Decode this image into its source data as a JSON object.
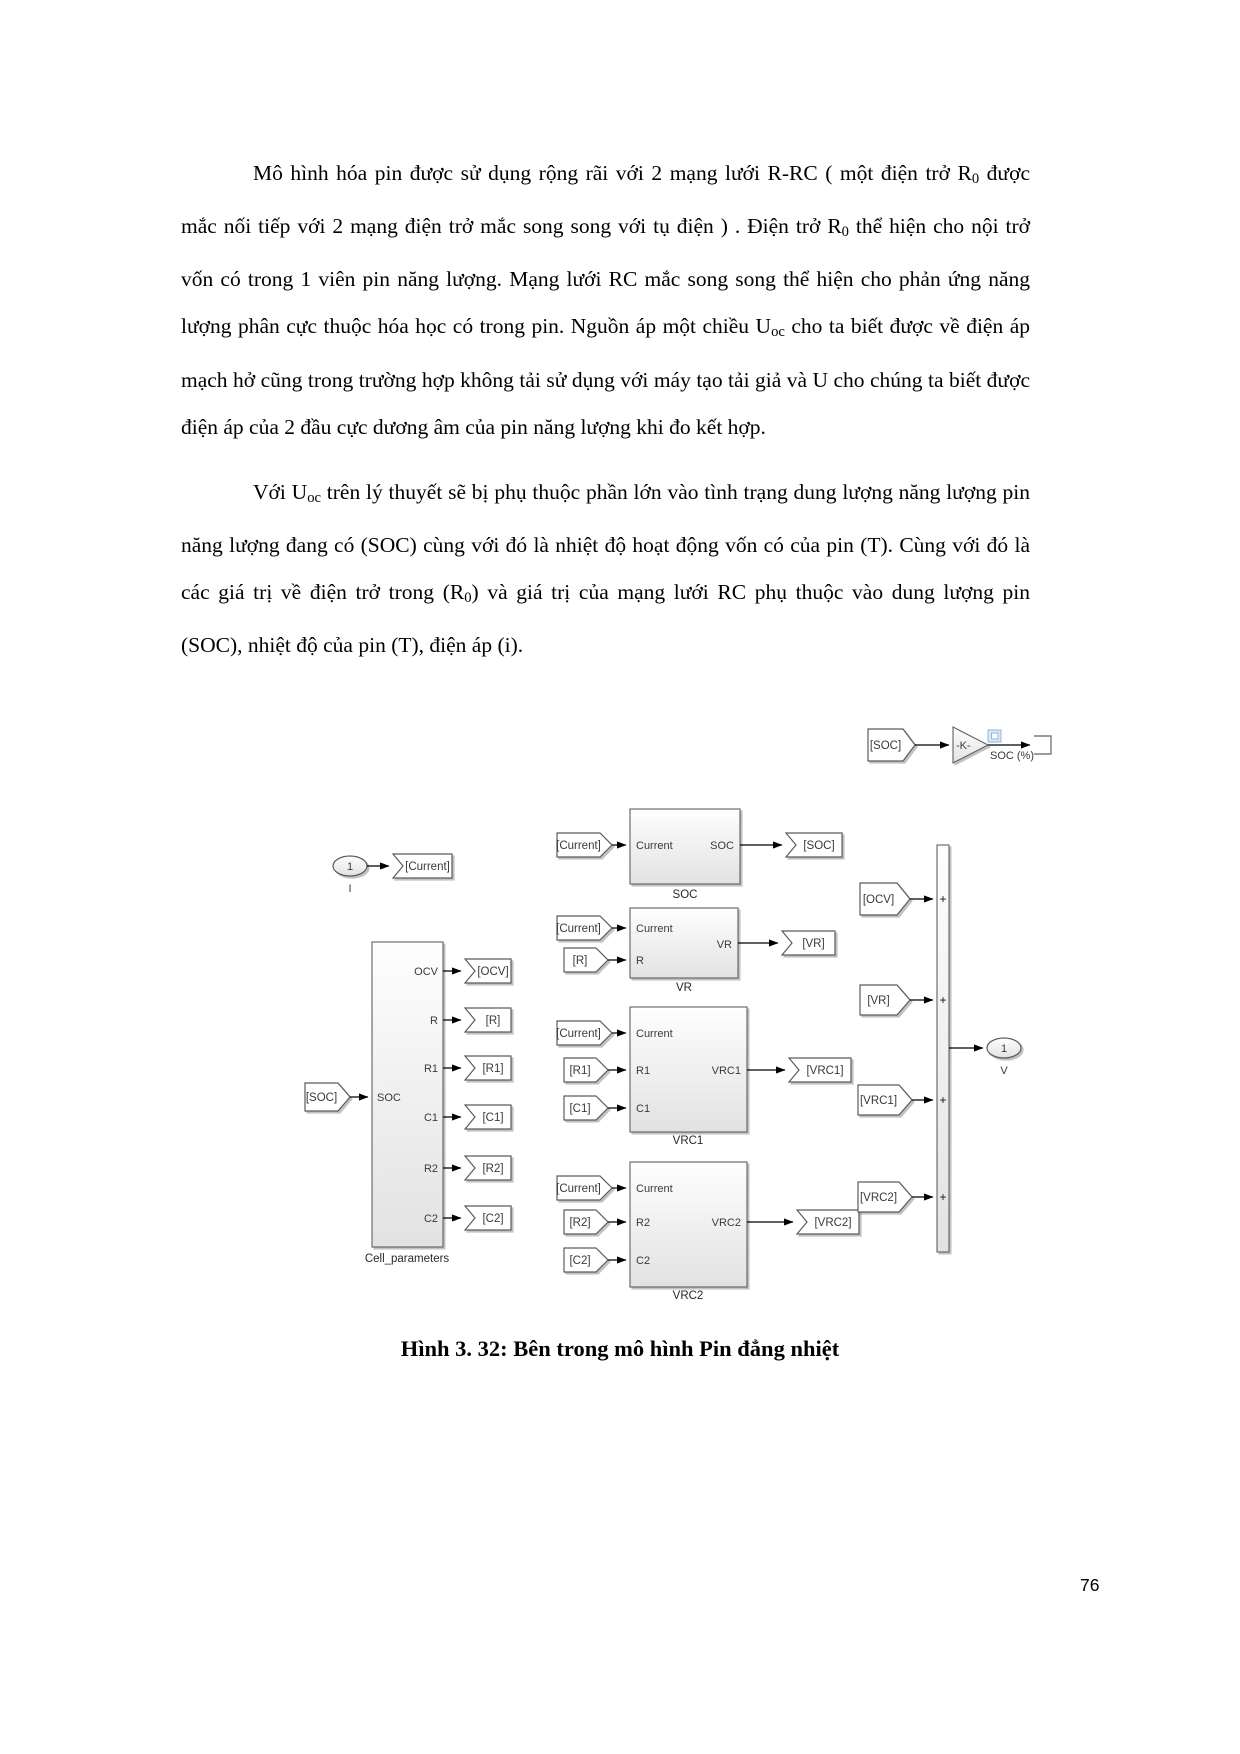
{
  "page": {
    "number": "76",
    "caption": "Hình 3. 32: Bên trong mô hình Pin đẳng nhiệt"
  },
  "paragraphs": [
    {
      "segments": [
        {
          "t": "Mô hình hóa pin được sử dụng rộng rãi với 2 mạng lưới R-RC ( một điện trở R"
        },
        {
          "t": "0",
          "sub": true
        },
        {
          "t": " được mắc nối tiếp với 2 mạng điện trở mắc song song với tụ điện ) . Điện trở R"
        },
        {
          "t": "0",
          "sub": true
        },
        {
          "t": " thể hiện cho nội trở vốn có trong 1 viên pin năng lượng. Mạng lưới RC mắc song song thể hiện cho phản ứng năng lượng phân cực thuộc hóa học có trong pin. Nguồn áp một chiều U"
        },
        {
          "t": "oc",
          "sub": true
        },
        {
          "t": " cho ta biết được về điện áp mạch hở cũng trong trường hợp không tải sử dụng với máy tạo tải giả và U cho chúng ta biết được điện áp của 2 đầu cực dương âm của pin năng lượng khi đo kết hợp."
        }
      ]
    },
    {
      "segments": [
        {
          "t": "Với U"
        },
        {
          "t": "oc",
          "sub": true
        },
        {
          "t": " trên lý thuyết sẽ bị phụ thuộc phần lớn vào tình trạng dung lượng năng lượng pin năng lượng đang có (SOC) cùng với đó là nhiệt độ hoạt động vốn có của pin (T). Cùng với đó là các giá trị về điện trở trong (R"
        },
        {
          "t": "0",
          "sub": true
        },
        {
          "t": ") và giá trị của mạng lưới RC phụ thuộc vào dung lượng pin (SOC), nhiệt độ của pin (T), điện áp (i)."
        }
      ]
    }
  ],
  "diagram": {
    "inport": {
      "value": "1",
      "label": "I"
    },
    "outport": {
      "value": "1",
      "label": "V"
    },
    "gain": {
      "label": "-K-",
      "signal_label": "SOC (%)"
    },
    "sum": {
      "plus": "+"
    },
    "tags": {
      "soc": "[SOC]",
      "current": "[Current]",
      "r": "[R]",
      "r1": "[R1]",
      "c1": "[C1]",
      "r2": "[R2]",
      "c2": "[C2]",
      "ocv": "[OCV]",
      "vr": "[VR]",
      "vrc1": "[VRC1]",
      "vrc2": "[VRC2]"
    },
    "blocks": {
      "soc": {
        "name": "SOC",
        "in": [
          "Current"
        ],
        "out": [
          "SOC"
        ]
      },
      "vr": {
        "name": "VR",
        "in": [
          "Current",
          "R"
        ],
        "out": [
          "VR"
        ]
      },
      "vrc1": {
        "name": "VRC1",
        "in": [
          "Current",
          "R1",
          "C1"
        ],
        "out": [
          "VRC1"
        ]
      },
      "vrc2": {
        "name": "VRC2",
        "in": [
          "Current",
          "R2",
          "C2"
        ],
        "out": [
          "VRC2"
        ]
      },
      "cell_parameters": {
        "name": "Cell_parameters",
        "in": [
          "SOC"
        ],
        "out": [
          "OCV",
          "R",
          "R1",
          "C1",
          "R2",
          "C2"
        ]
      }
    }
  }
}
